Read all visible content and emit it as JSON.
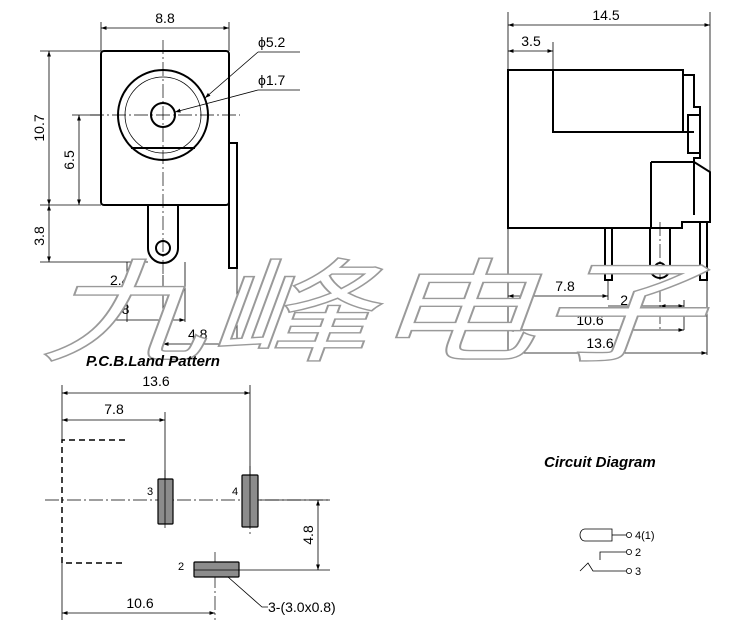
{
  "front_view": {
    "width": "8.8",
    "outer_dia": "ϕ5.2",
    "inner_dia": "ϕ1.7",
    "height": "10.7",
    "center_height": "6.5",
    "pin_length": "3.8",
    "pin_offset_1": "2.4",
    "pin_offset_2": "2.8",
    "pin_offset_3": "4.8"
  },
  "side_view": {
    "depth": "14.5",
    "front_depth": "3.5",
    "dim_a": "7.8",
    "dim_b": "2.4",
    "dim_c": "10.6",
    "dim_d": "13.6"
  },
  "pcb": {
    "title": "P.C.B.Land Pattern",
    "total": "13.6",
    "pad_dist": "7.8",
    "pad_dist_2": "10.6",
    "vertical": "4.8",
    "pads_note": "3-(3.0x0.8)",
    "pad_labels": [
      "3",
      "4",
      "2"
    ]
  },
  "circuit": {
    "title": "Circuit Diagram",
    "pin_labels": [
      "4(1)",
      "2",
      "3"
    ]
  },
  "watermark": "九峰电子"
}
